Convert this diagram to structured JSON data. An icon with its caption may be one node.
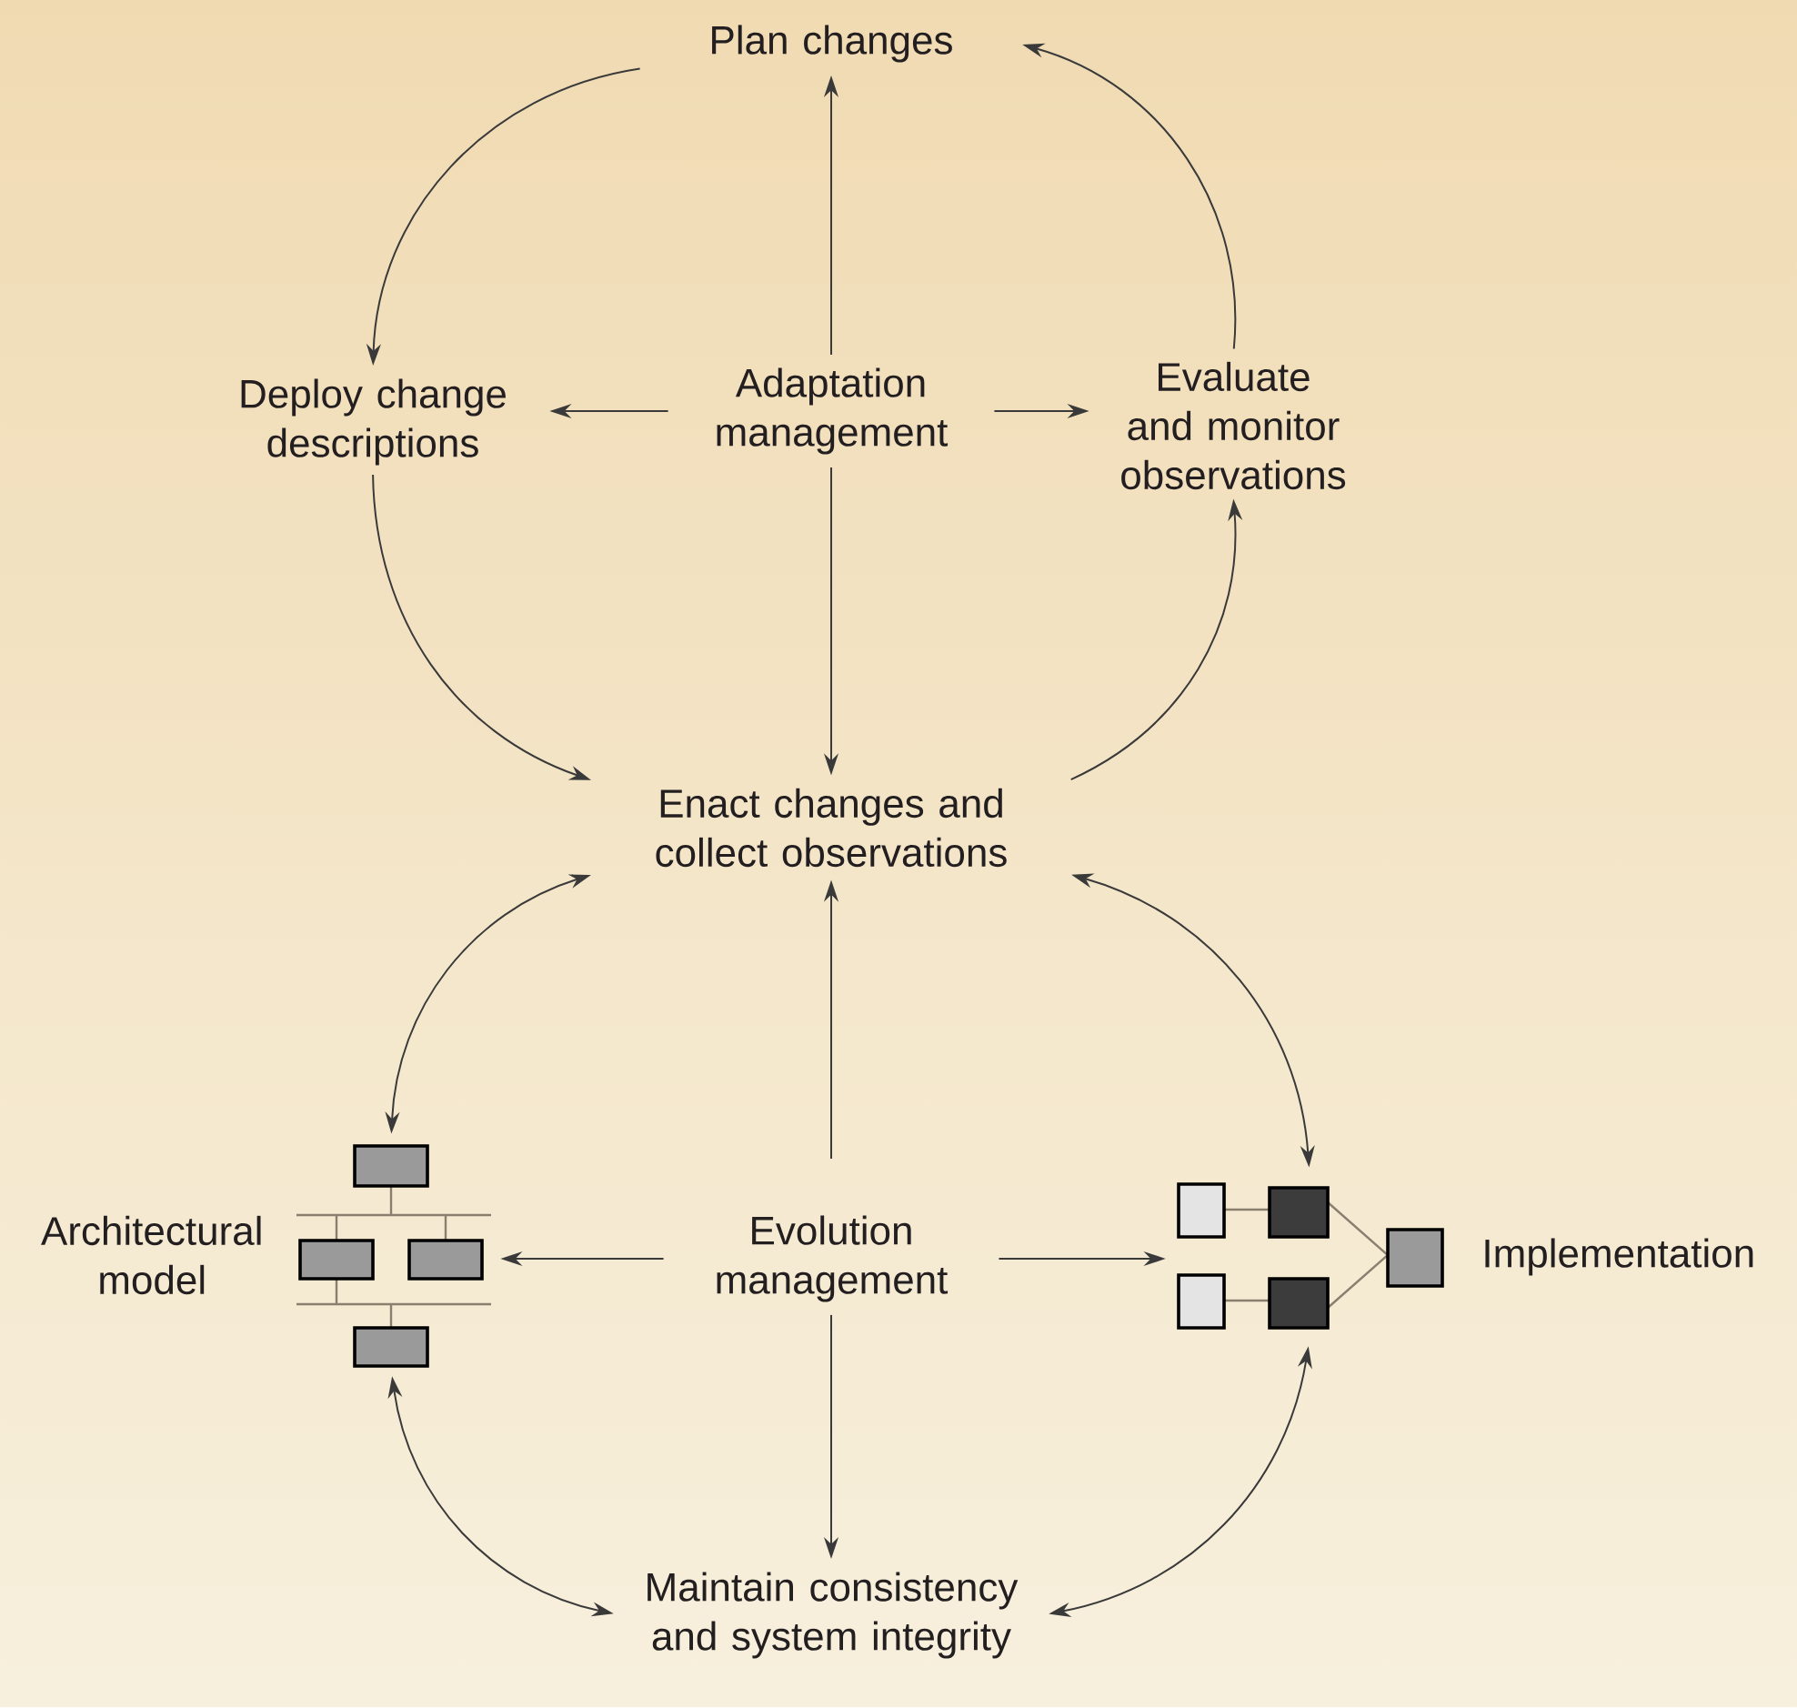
{
  "diagram": {
    "nodes": [
      {
        "text": [
          "Plan changes"
        ]
      },
      {
        "text": [
          "Deploy change descriptions"
        ]
      },
      {
        "text": [
          "Adaptation management"
        ]
      },
      {
        "text": [
          "Evaluate and monitor observations"
        ]
      },
      {
        "text": [
          "Enact changes and collect observations"
        ]
      },
      {
        "text": [
          "Architectural model"
        ]
      },
      {
        "text": [
          "Evolution management"
        ]
      },
      {
        "text": [
          "Implementation"
        ]
      },
      {
        "text": [
          "Maintain consistency and system integrity"
        ]
      }
    ],
    "edges": [
      {
        "from": 2,
        "to": 0,
        "arrow": "to"
      },
      {
        "from": 2,
        "to": 1,
        "arrow": "to"
      },
      {
        "from": 2,
        "to": 3,
        "arrow": "to"
      },
      {
        "from": 2,
        "to": 4,
        "arrow": "to"
      },
      {
        "from": 0,
        "to": 1,
        "arrow": "to"
      },
      {
        "from": 1,
        "to": 4,
        "arrow": "to"
      },
      {
        "from": 4,
        "to": 3,
        "arrow": "to"
      },
      {
        "from": 3,
        "to": 0,
        "arrow": "to"
      },
      {
        "from": 6,
        "to": 4,
        "arrow": "to"
      },
      {
        "from": 6,
        "to": 5,
        "arrow": "to"
      },
      {
        "from": 6,
        "to": 7,
        "arrow": "to"
      },
      {
        "from": 6,
        "to": 8,
        "arrow": "to"
      },
      {
        "from": 4,
        "to": 5,
        "arrow": "both"
      },
      {
        "from": 4,
        "to": 7,
        "arrow": "both"
      },
      {
        "from": 5,
        "to": 8,
        "arrow": "both"
      },
      {
        "from": 7,
        "to": 8,
        "arrow": "both"
      }
    ]
  }
}
